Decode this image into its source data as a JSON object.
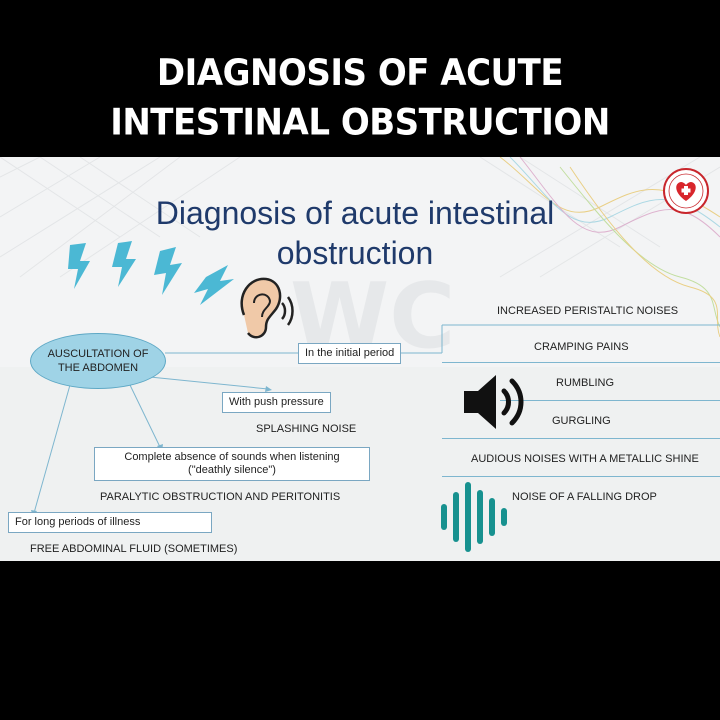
{
  "header": {
    "line1": "DIAGNOSIS OF ACUTE",
    "line2": "INTESTINAL OBSTRUCTION"
  },
  "slide": {
    "title_line1": "Diagnosis of acute intestinal",
    "title_line2": "obstruction",
    "ellipse_label": "AUSCULTATION OF\nTHE ABDOMEN",
    "left": {
      "initial_period": "In the initial period",
      "push_pressure": "With push pressure",
      "splashing_noise": "SPLASHING NOISE",
      "complete_absence_1": "Complete absence of sounds when listening",
      "complete_absence_2": "(\"deathly silence\")",
      "paralytic": "PARALYTIC OBSTRUCTION AND PERITONITIS",
      "long_periods": "For long periods of illness",
      "free_fluid": "FREE ABDOMINAL FLUID (SOMETIMES)"
    },
    "right_items": [
      "INCREASED PERISTALTIC NOISES",
      "CRAMPING PAINS",
      "RUMBLING",
      "GURGLING",
      "AUDIOUS NOISES WITH A METALLIC SHINE",
      "NOISE OF A FALLING DROP"
    ]
  },
  "icons": [
    "lightning-icon",
    "ear-icon",
    "speaker-icon",
    "sound-wave-icon",
    "heart-logo-icon"
  ],
  "colors": {
    "background": "#000000",
    "slide_bg": "#f3f4f5",
    "title_blue": "#1f3a6b",
    "accent_cyan": "#4bb8d4",
    "ellipse_fill": "#9fd3e6",
    "teal": "#17918f"
  }
}
